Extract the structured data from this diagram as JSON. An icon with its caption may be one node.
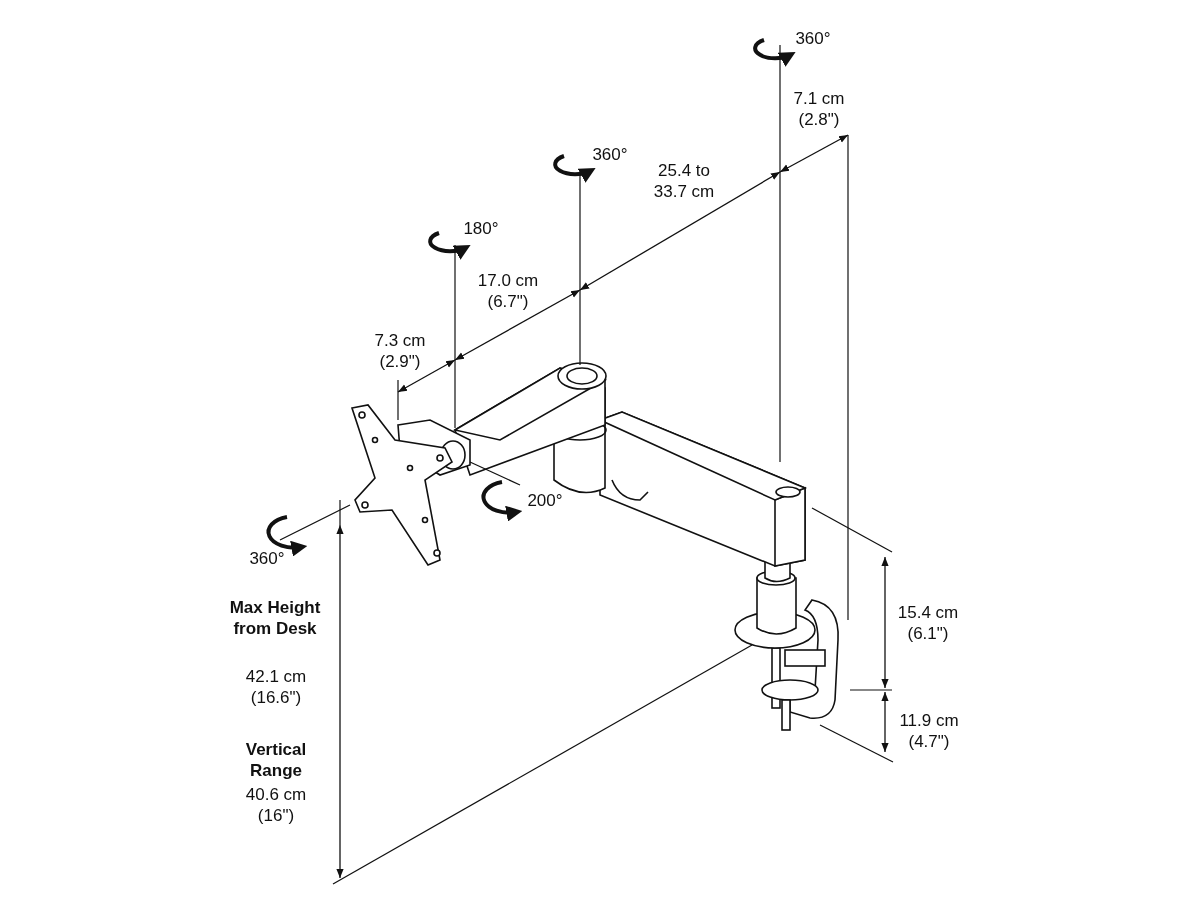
{
  "diagram": {
    "labels": [
      "360°",
      "7.1 cm (2.8\")",
      "360°",
      "25.4 to 33.7 cm",
      "180°",
      "17.0 cm (6.7\")",
      "7.3 cm (2.9\")",
      "200°",
      "360°",
      "15.4 cm (6.1\")",
      "Max Height from Desk",
      "42.1 cm (16.6\")",
      "11.9 cm (4.7\")",
      "Vertical Range",
      "40.6 cm (16\")"
    ]
  }
}
